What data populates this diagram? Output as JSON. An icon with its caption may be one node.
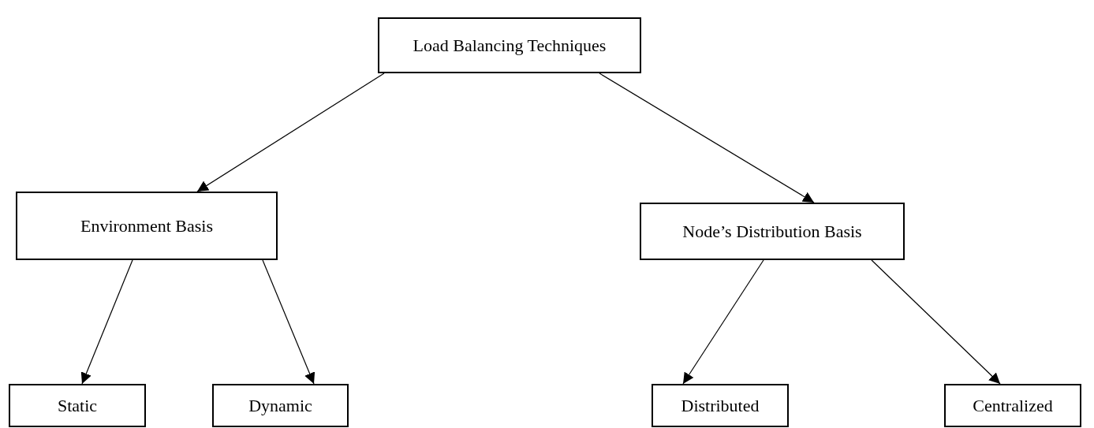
{
  "diagram": {
    "nodes": [
      {
        "text": [
          "Load Balancing Techniques"
        ]
      },
      {
        "text": [
          "Environment Basis"
        ]
      },
      {
        "text": [
          "Node’s Distribution Basis"
        ]
      },
      {
        "text": [
          "Static"
        ]
      },
      {
        "text": [
          "Dynamic"
        ]
      },
      {
        "text": [
          "Distributed"
        ]
      },
      {
        "text": [
          "Centralized"
        ]
      }
    ],
    "edges": [
      {
        "from": 0,
        "to": 1,
        "arrow": "to"
      },
      {
        "from": 0,
        "to": 2,
        "arrow": "to"
      },
      {
        "from": 1,
        "to": 3,
        "arrow": "to"
      },
      {
        "from": 1,
        "to": 4,
        "arrow": "to"
      },
      {
        "from": 2,
        "to": 5,
        "arrow": "to"
      },
      {
        "from": 2,
        "to": 6,
        "arrow": "to"
      }
    ]
  }
}
